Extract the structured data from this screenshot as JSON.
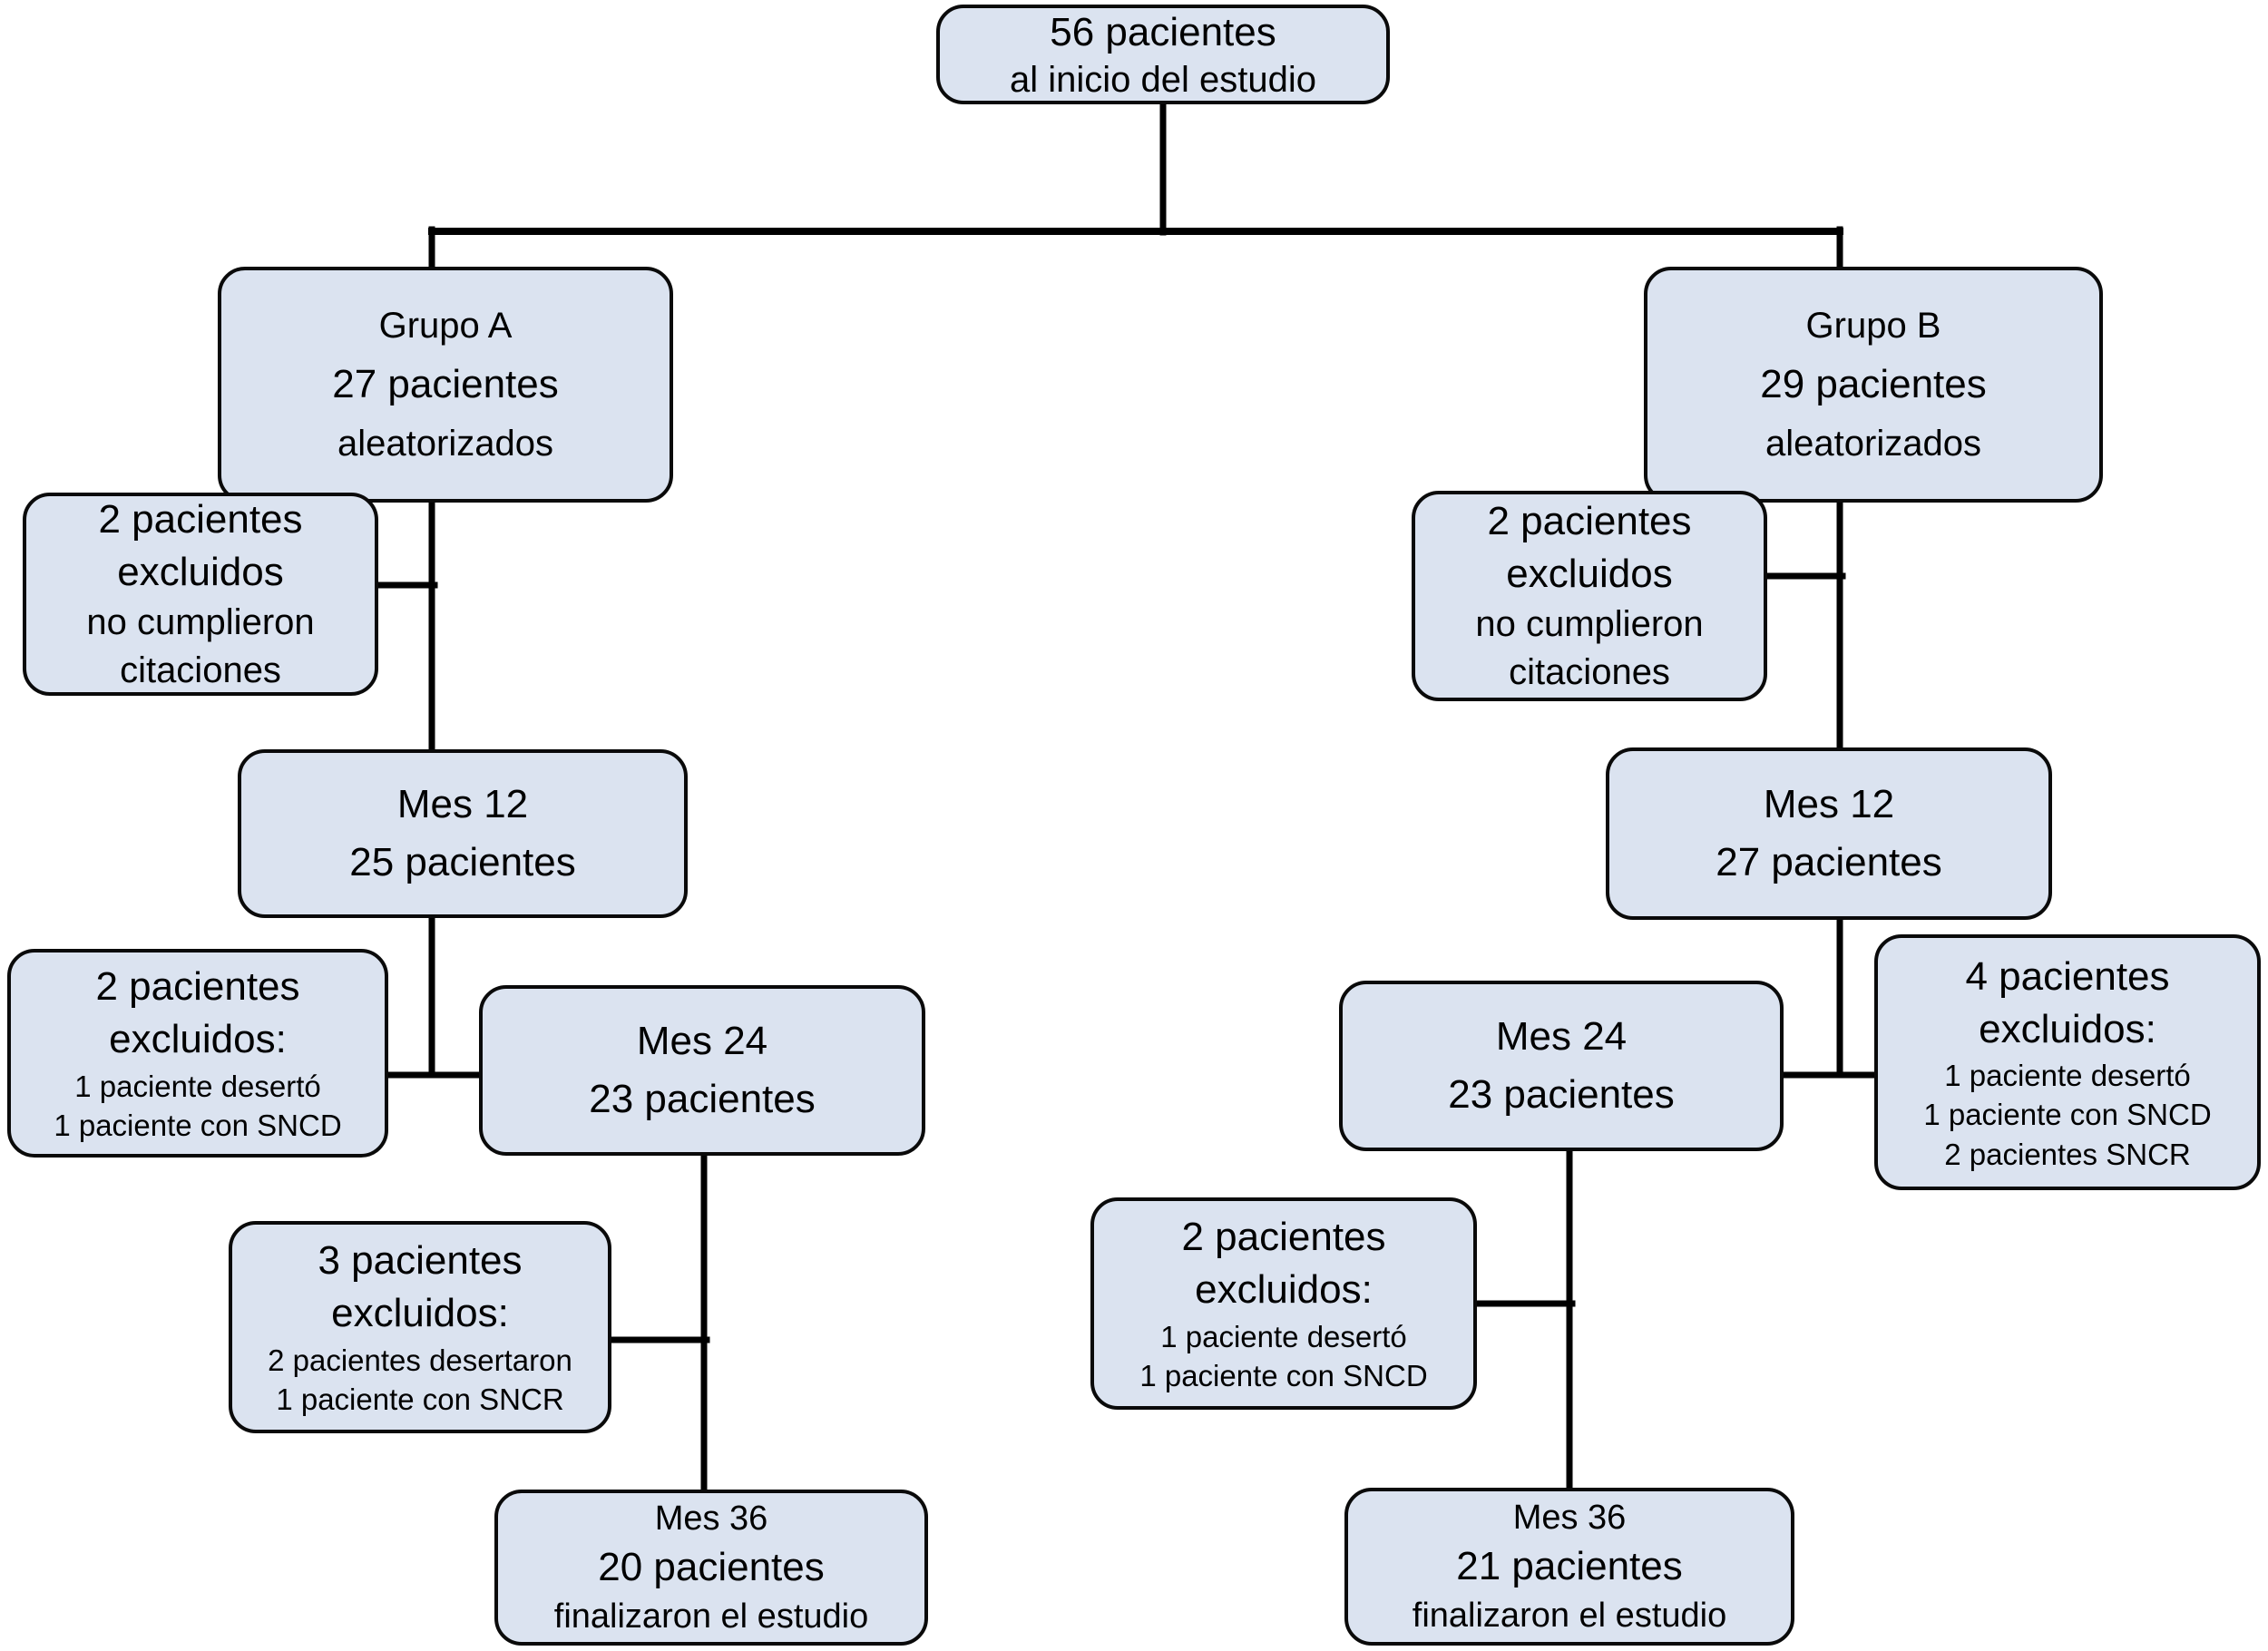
{
  "diagram": {
    "kind": "patient-flowchart",
    "language": "es",
    "colors": {
      "box_fill": "#dbe3f0",
      "box_border": "#0a0a0a",
      "connector": "#000000",
      "background": "#ffffff",
      "text": "#000000"
    },
    "nodes": {
      "start": {
        "lines": [
          "56 pacientes",
          "al inicio del estudio"
        ]
      },
      "group_a": {
        "lines": [
          "Grupo A",
          "27 pacientes",
          "aleatorizados"
        ]
      },
      "excl_a1": {
        "lines": [
          "2 pacientes",
          "excluidos",
          "no cumplieron",
          "citaciones"
        ]
      },
      "mes12_a": {
        "lines": [
          "Mes 12",
          "25 pacientes"
        ]
      },
      "excl_a2": {
        "lines": [
          "2 pacientes",
          "excluidos:",
          "1 paciente desertó",
          "1 paciente con SNCD"
        ]
      },
      "mes24_a": {
        "lines": [
          "Mes 24",
          "23 pacientes"
        ]
      },
      "excl_a3": {
        "lines": [
          "3 pacientes",
          "excluidos:",
          "2 pacientes desertaron",
          "1 paciente con SNCR"
        ]
      },
      "mes36_a": {
        "lines": [
          "Mes 36",
          "20 pacientes",
          "finalizaron el estudio"
        ]
      },
      "group_b": {
        "lines": [
          "Grupo B",
          "29 pacientes",
          "aleatorizados"
        ]
      },
      "excl_b1": {
        "lines": [
          "2 pacientes",
          "excluidos",
          "no cumplieron",
          "citaciones"
        ]
      },
      "mes12_b": {
        "lines": [
          "Mes 12",
          "27 pacientes"
        ]
      },
      "excl_b2": {
        "lines": [
          "4 pacientes",
          "excluidos:",
          "1 paciente desertó",
          "1 paciente con SNCD",
          "2 pacientes SNCR"
        ]
      },
      "mes24_b": {
        "lines": [
          "Mes 24",
          "23 pacientes"
        ]
      },
      "excl_b3": {
        "lines": [
          "2 pacientes",
          "excluidos:",
          "1 paciente desertó",
          "1 paciente con SNCD"
        ]
      },
      "mes36_b": {
        "lines": [
          "Mes 36",
          "21 pacientes",
          "finalizaron el estudio"
        ]
      }
    }
  }
}
